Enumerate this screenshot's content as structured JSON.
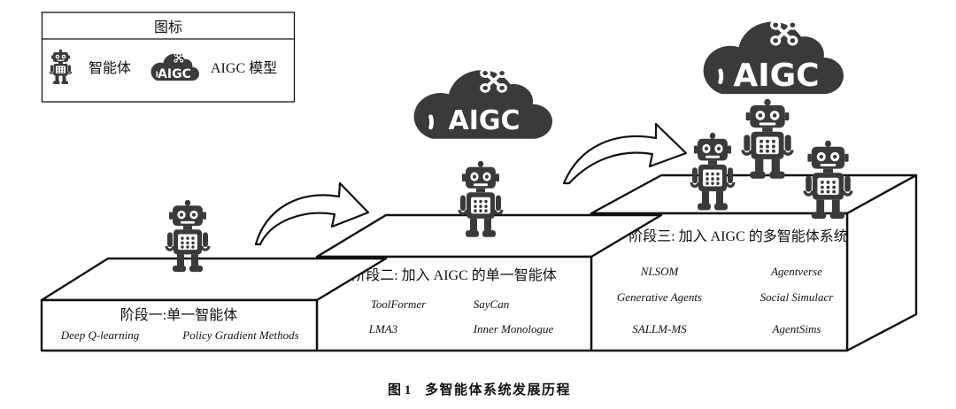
{
  "legend": {
    "title": "图标",
    "agent_label": "智能体",
    "aigc_label": "AIGC 模型"
  },
  "cloud_text": "AIGC",
  "stages": [
    {
      "title": "阶段一:单一智能体",
      "examples": [
        "Deep Q-learning",
        "Policy Gradient Methods"
      ]
    },
    {
      "title": "阶段二: 加入 AIGC 的单一智能体",
      "examples": [
        "ToolFormer",
        "SayCan",
        "LMA3",
        "Inner Monologue"
      ]
    },
    {
      "title": "阶段三: 加入 AIGC 的多智能体系统",
      "examples": [
        "NLSOM",
        "Agentverse",
        "Generative Agents",
        "Social Simulacr",
        "SALLM-MS",
        "AgentSims"
      ]
    }
  ],
  "caption": {
    "label": "图 1",
    "text": "多智能体系统发展历程"
  },
  "colors": {
    "stroke": "#111111",
    "icon": "#3a3a3a",
    "face": "#ffffff"
  }
}
